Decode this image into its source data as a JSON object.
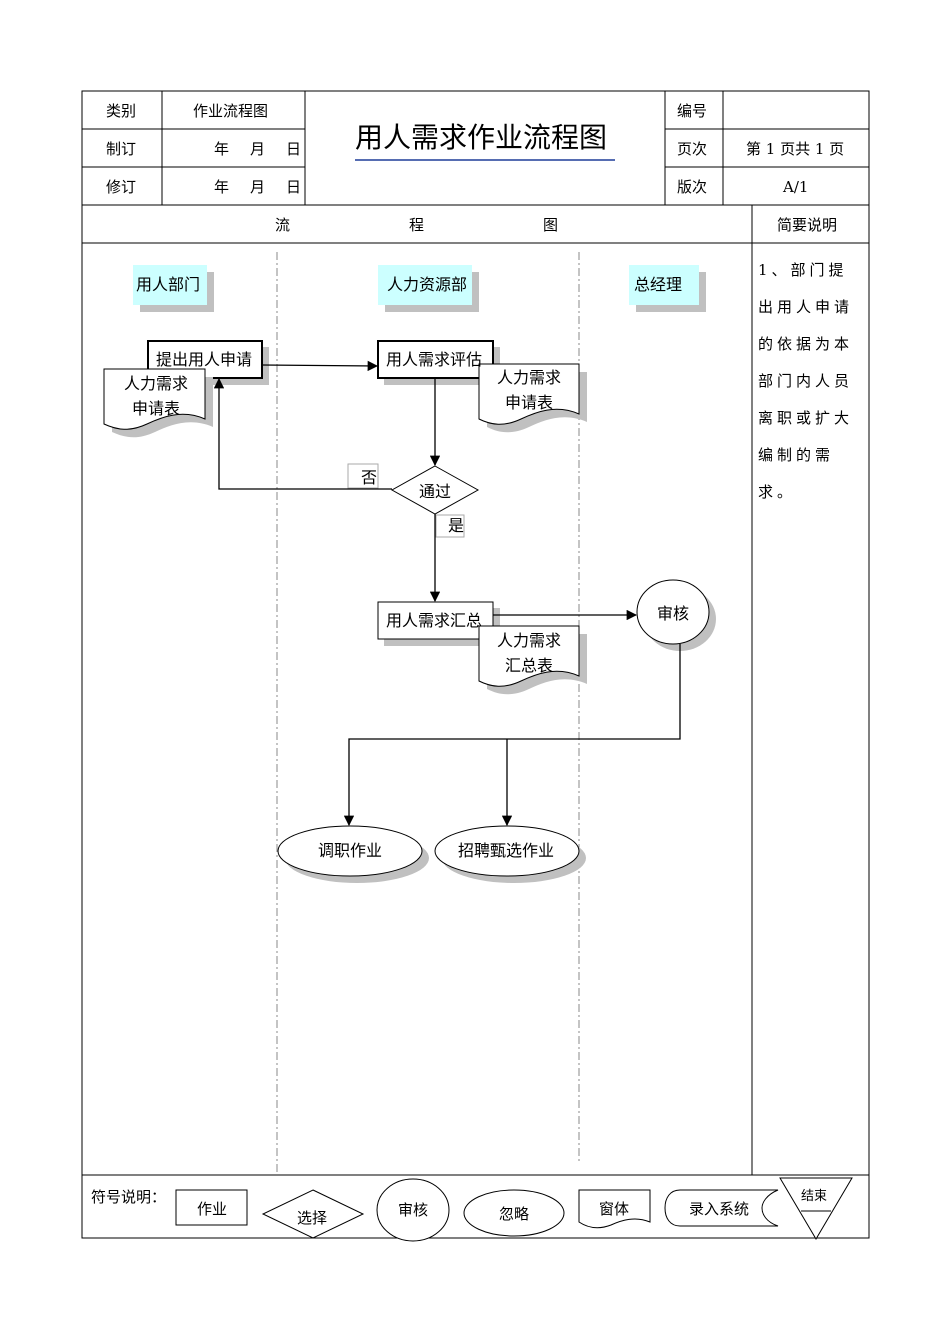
{
  "header": {
    "category_label": "类别",
    "category_value": "作业流程图",
    "drafted_label": "制订",
    "drafted_date": "年　月　日",
    "revised_label": "修订",
    "revised_date": "年　月　日",
    "title": "用人需求作业流程图",
    "number_label": "编号",
    "number_value": "",
    "page_label": "页次",
    "page_value": "第 1 页共 1 页",
    "version_label": "版次",
    "version_value": "A/1"
  },
  "section": {
    "flow_label_1": "流",
    "flow_label_2": "程",
    "flow_label_3": "图",
    "notes_label": "简要说明",
    "note_text": "1、部门提出用人申请的依据为本部门内人员离职或扩大编制的需求。"
  },
  "lanes": {
    "lane1": "用人部门",
    "lane2": "人力资源部",
    "lane3": "总经理"
  },
  "flow": {
    "submit_request": "提出用人申请",
    "form1_line1": "人力需求",
    "form1_line2": "申请表",
    "evaluate": "用人需求评估",
    "form2_line1": "人力需求",
    "form2_line2": "申请表",
    "decision": "通过",
    "no_label": "否",
    "yes_label": "是",
    "summarize": "用人需求汇总",
    "form3_line1": "人力需求",
    "form3_line2": "汇总表",
    "approve": "审核",
    "end_transfer": "调职作业",
    "end_recruit": "招聘甄选作业"
  },
  "legend": {
    "title": "符号说明：",
    "process": "作业",
    "decision": "选择",
    "review": "审核",
    "ignore": "忽略",
    "form": "窗体",
    "system_entry": "录入系统",
    "end": "结束"
  },
  "colors": {
    "lane_header_bg": "#ccffff",
    "shadow": "#c0c0c0",
    "line": "#000000",
    "title_underline": "#1f3d99"
  }
}
